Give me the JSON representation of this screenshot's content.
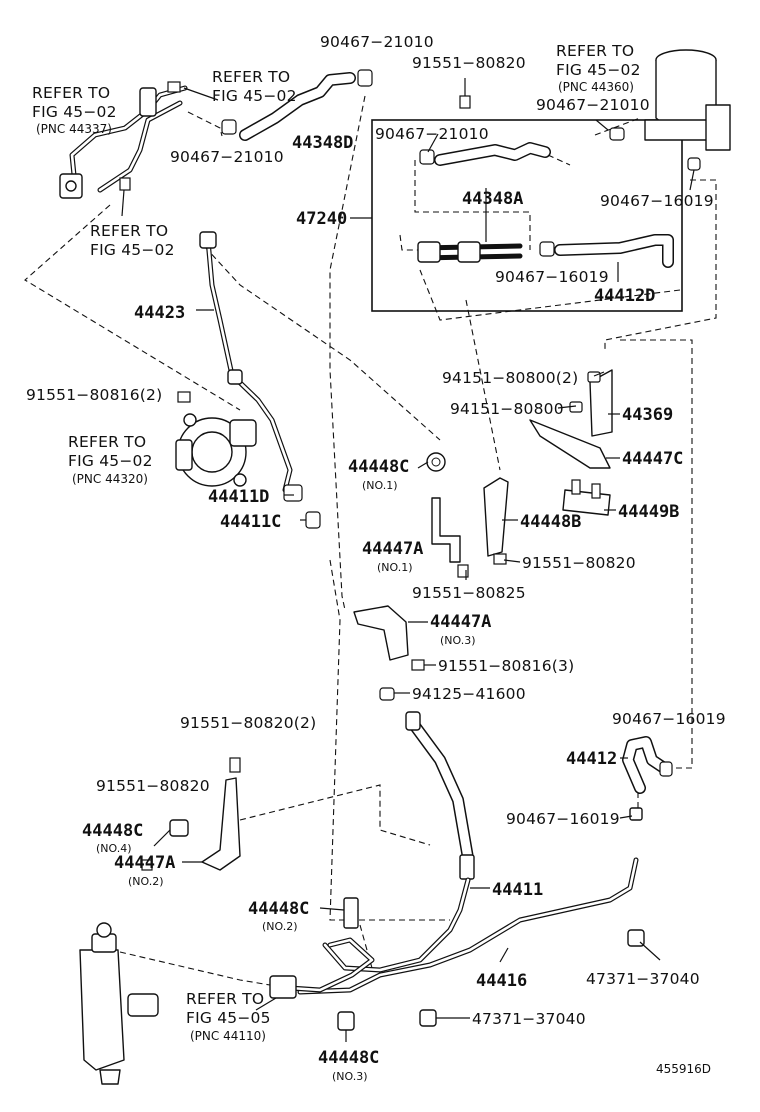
{
  "parts": {
    "p90467_21010_top": "90467−21010",
    "p91551_80820_top": "91551−80820",
    "p90467_21010_left": "90467−21010",
    "p44348D": "44348D",
    "p90467_21010_box": "90467−21010",
    "p44348A": "44348A",
    "p47240": "47240",
    "p90467_16019_box": "90467−16019",
    "p44412D": "44412D",
    "p90467_21010_right": "90467−21010",
    "p90467_16019_right": "90467−16019",
    "p44423": "44423",
    "p91551_80816_2": "91551−80816(2)",
    "p44411D": "44411D",
    "p44411C": "44411C",
    "p94151_80800_2": "94151−80800(2)",
    "p94151_80800": "94151−80800",
    "p44369": "44369",
    "p44447C": "44447C",
    "p44449B": "44449B",
    "p44448C_no1": "44448C",
    "p44448B": "44448B",
    "p44447A_no1": "44447A",
    "p91551_80820_mid": "91551−80820",
    "p91551_80825": "91551−80825",
    "p44447A_no3": "44447A",
    "p91551_80816_3": "91551−80816(3)",
    "p94125_41600": "94125−41600",
    "p91551_80820_2": "91551−80820(2)",
    "p91551_80820_low": "91551−80820",
    "p44448C_no4": "44448C",
    "p44447A_no2": "44447A",
    "p90467_16019_low1": "90467−16019",
    "p44412": "44412",
    "p90467_16019_low2": "90467−16019",
    "p44411": "44411",
    "p44448C_no2": "44448C",
    "p44416": "44416",
    "p47371_37040_a": "47371−37040",
    "p47371_37040_b": "47371−37040",
    "p44448C_no3": "44448C"
  },
  "subs": {
    "no1_a": "(NO.1)",
    "no1_b": "(NO.1)",
    "no3_a": "(NO.3)",
    "no4": "(NO.4)",
    "no2_a": "(NO.2)",
    "no2_b": "(NO.2)",
    "no3_b": "(NO.3)"
  },
  "refs": {
    "r1": {
      "line1": "REFER TO",
      "line2": "FIG 45−02",
      "line3": "(PNC 44337)"
    },
    "r2": {
      "line1": "REFER TO",
      "line2": "FIG 45−02"
    },
    "r3": {
      "line1": "REFER TO",
      "line2": "FIG 45−02"
    },
    "r4": {
      "line1": "REFER TO",
      "line2": "FIG 45−02",
      "line3": "(PNC 44360)"
    },
    "r5": {
      "line1": "REFER TO",
      "line2": "FIG 45−02",
      "line3": "(PNC 44320)"
    },
    "r6": {
      "line1": "REFER TO",
      "line2": "FIG 45−05",
      "line3": "(PNC 44110)"
    }
  },
  "figure_code": "455916D"
}
